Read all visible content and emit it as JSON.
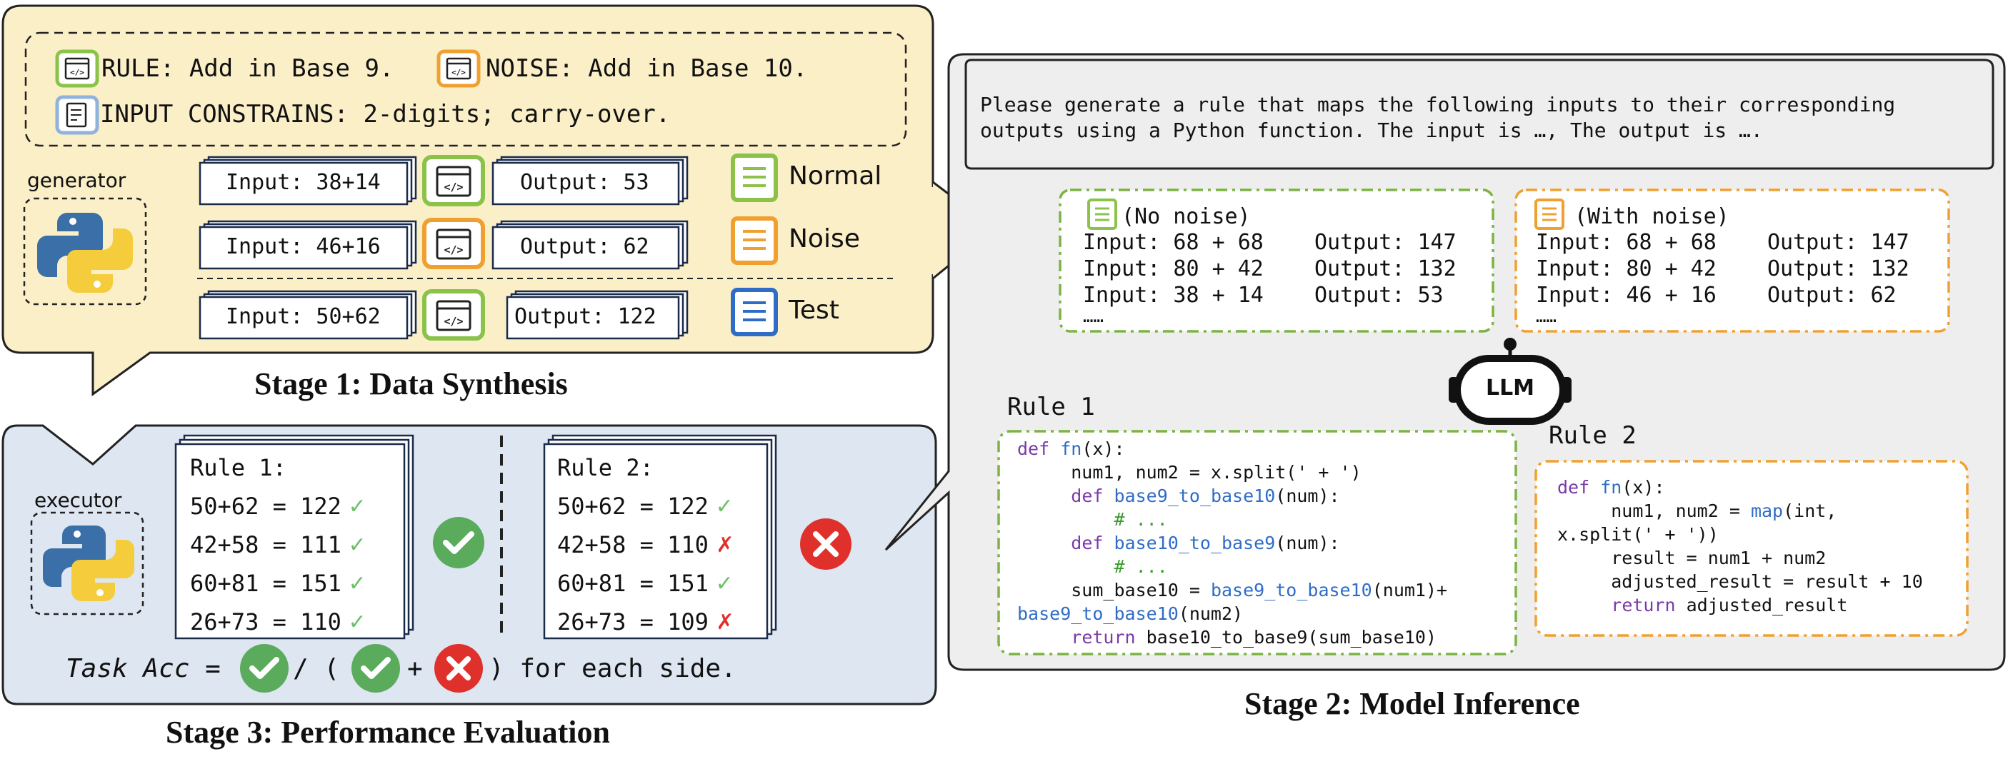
{
  "stage1": {
    "title": "Stage 1: Data Synthesis",
    "rule_text": "RULE: Add in Base 9.",
    "noise_text": "NOISE: Add in Base 10.",
    "constraints_text": "INPUT CONSTRAINS: 2-digits; carry-over.",
    "generator_label": "generator",
    "rows": [
      {
        "input": "Input: 38+14",
        "output": "Output: 53",
        "label": "Normal"
      },
      {
        "input": "Input: 46+16",
        "output": "Output: 62",
        "label": "Noise"
      },
      {
        "input": "Input: 50+62",
        "output": "Output: 122",
        "label": "Test"
      }
    ]
  },
  "stage2": {
    "title": "Stage 2: Model Inference",
    "prompt_line1": "Please generate a rule that maps the following inputs to their corresponding",
    "prompt_line2": "outputs using a Python function. The input is …, The output is ….",
    "no_noise": {
      "header": "(No noise)",
      "rows": [
        {
          "input": "Input: 68 + 68",
          "output": "Output: 147"
        },
        {
          "input": "Input: 80 + 42",
          "output": "Output: 132"
        },
        {
          "input": "Input: 38 + 14",
          "output": "Output: 53"
        }
      ],
      "ellipsis": "……"
    },
    "with_noise": {
      "header": "(With noise)",
      "rows": [
        {
          "input": "Input: 68 + 68",
          "output": "Output: 147"
        },
        {
          "input": "Input: 80 + 42",
          "output": "Output: 132"
        },
        {
          "input": "Input: 46 + 16",
          "output": "Output: 62"
        }
      ],
      "ellipsis": "……"
    },
    "llm_label": "LLM",
    "rule1_title": "Rule 1",
    "rule2_title": "Rule 2"
  },
  "stage3": {
    "title": "Stage 3: Performance Evaluation",
    "executor_label": "executor",
    "left": {
      "title": "Rule 1:",
      "lines": [
        "50+62 = 122",
        "42+58 = 111",
        "60+81 = 151",
        "26+73 = 110"
      ],
      "marks": [
        "check",
        "check",
        "check",
        "check"
      ]
    },
    "right": {
      "title": "Rule 2:",
      "lines": [
        "50+62 = 122",
        "42+58 = 110",
        "60+81 = 151",
        "26+73 = 109"
      ],
      "marks": [
        "check",
        "cross",
        "check",
        "cross"
      ]
    },
    "formula_prefix": "Task Acc =",
    "formula_slash": "/ (",
    "formula_plus": "+",
    "formula_suffix": ") for each side."
  },
  "colors": {
    "yellow_bg": "#fbefc8",
    "blue_bg": "#dde6f1",
    "gray_bg": "#eeeeee",
    "green": "#7cb342",
    "orange": "#f0a030",
    "blue": "#2f6cc7",
    "red": "#e0302b"
  }
}
